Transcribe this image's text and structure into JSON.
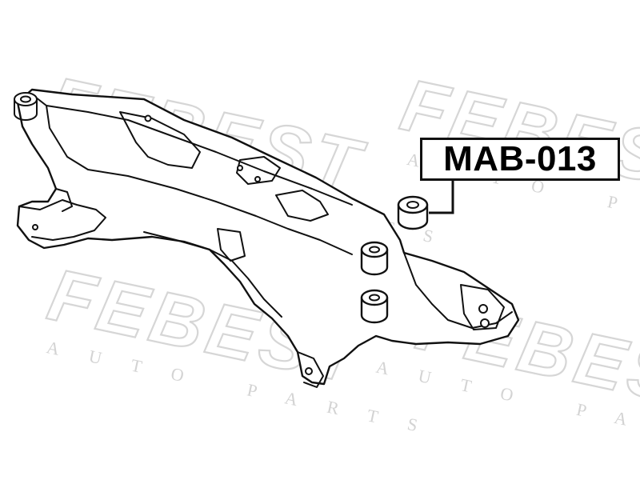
{
  "watermark": {
    "brand": "FEBEST",
    "tagline": "AUTO PARTS",
    "color": "#d6d6d6"
  },
  "part_label": {
    "code": "MAB-013"
  },
  "diagram": {
    "subject-icon": "subframe-assembly",
    "highlighted_part-icon": "bushing",
    "line_color": "#111111"
  }
}
